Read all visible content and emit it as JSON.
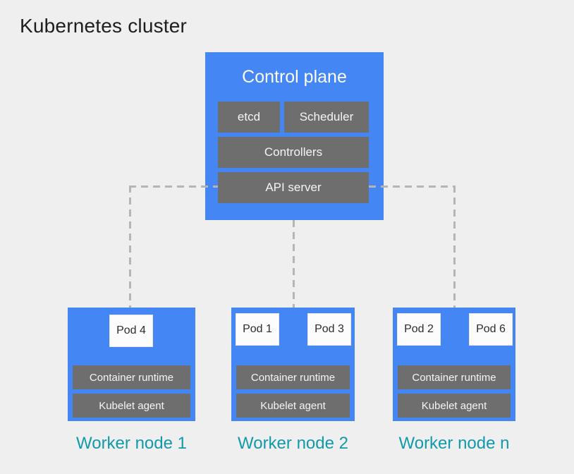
{
  "title": "Kubernetes cluster",
  "colors": {
    "background": "#efefef",
    "blue": "#4486f4",
    "gray": "#6e6e6e",
    "dash": "#b5b5b5",
    "teal": "#129aab",
    "pod_bg": "#fcfcfc",
    "pod_text": "#2d2d2d",
    "box_text": "#f5f5f5",
    "title_text": "#1e1e1e"
  },
  "control_plane": {
    "title": "Control plane",
    "etcd": "etcd",
    "scheduler": "Scheduler",
    "controllers": "Controllers",
    "api_server": "API server"
  },
  "worker_nodes": [
    {
      "label": "Worker node 1",
      "pods": [
        "Pod 4"
      ],
      "container_runtime": "Container runtime",
      "kubelet": "Kubelet agent"
    },
    {
      "label": "Worker node 2",
      "pods": [
        "Pod 1",
        "Pod 3"
      ],
      "container_runtime": "Container runtime",
      "kubelet": "Kubelet agent"
    },
    {
      "label": "Worker node n",
      "pods": [
        "Pod 2",
        "Pod 6"
      ],
      "container_runtime": "Container runtime",
      "kubelet": "Kubelet agent"
    }
  ]
}
